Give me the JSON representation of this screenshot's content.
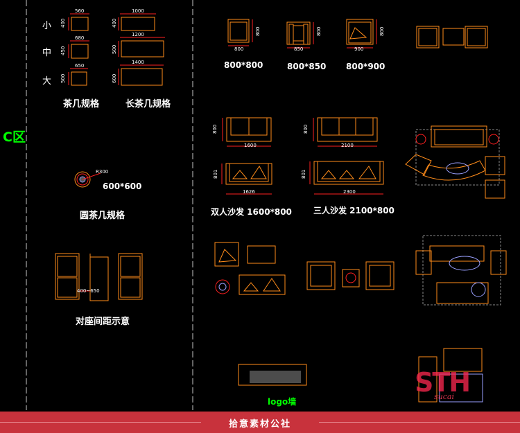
{
  "zone_label": "C区",
  "coffee_table_spec": {
    "sizes": [
      {
        "label": "小",
        "width_label": "560",
        "depth_label": "400"
      },
      {
        "label": "中",
        "width_label": "680",
        "depth_label": "450"
      },
      {
        "label": "大",
        "width_label": "650",
        "depth_label": "500"
      }
    ],
    "caption": "茶几规格"
  },
  "long_table_spec": {
    "sizes": [
      {
        "width_label": "1000",
        "depth_label": "400"
      },
      {
        "width_label": "1200",
        "depth_label": "500"
      },
      {
        "width_label": "1400",
        "depth_label": "600"
      }
    ],
    "caption": "长茶几规格"
  },
  "round_table": {
    "radius_label": "R300",
    "size": "600*600",
    "caption": "圆茶几规格"
  },
  "facing_seats": {
    "gap_label": "400~650",
    "caption": "对座间距示意"
  },
  "armchairs": [
    {
      "width_label": "800",
      "depth_label": "800",
      "caption": "800*800"
    },
    {
      "width_label": "850",
      "depth_label": "800",
      "caption": "800*850"
    },
    {
      "width_label": "900",
      "depth_label": "800",
      "caption": "800*900"
    }
  ],
  "loveseat": {
    "width_label": "1600",
    "plan_width_label": "1626",
    "depth_label": "800",
    "plan_depth_label": "801",
    "caption": "双人沙发 1600*800"
  },
  "three_seat": {
    "width_label": "2100",
    "plan_width_label": "2300",
    "depth_label": "800",
    "plan_depth_label": "801",
    "caption": "三人沙发 2100*800"
  },
  "logo_wall_label": "logo墙",
  "footer_text": "拾意素材公社",
  "watermark": {
    "mark": "STH",
    "script": "sucai"
  },
  "colors": {
    "background": "#000000",
    "line_cad": "#ff8c1a",
    "line_red": "#ff2020",
    "divider": "#c8c8c8",
    "zone": "#00ff00",
    "footer": "#c8323c"
  }
}
